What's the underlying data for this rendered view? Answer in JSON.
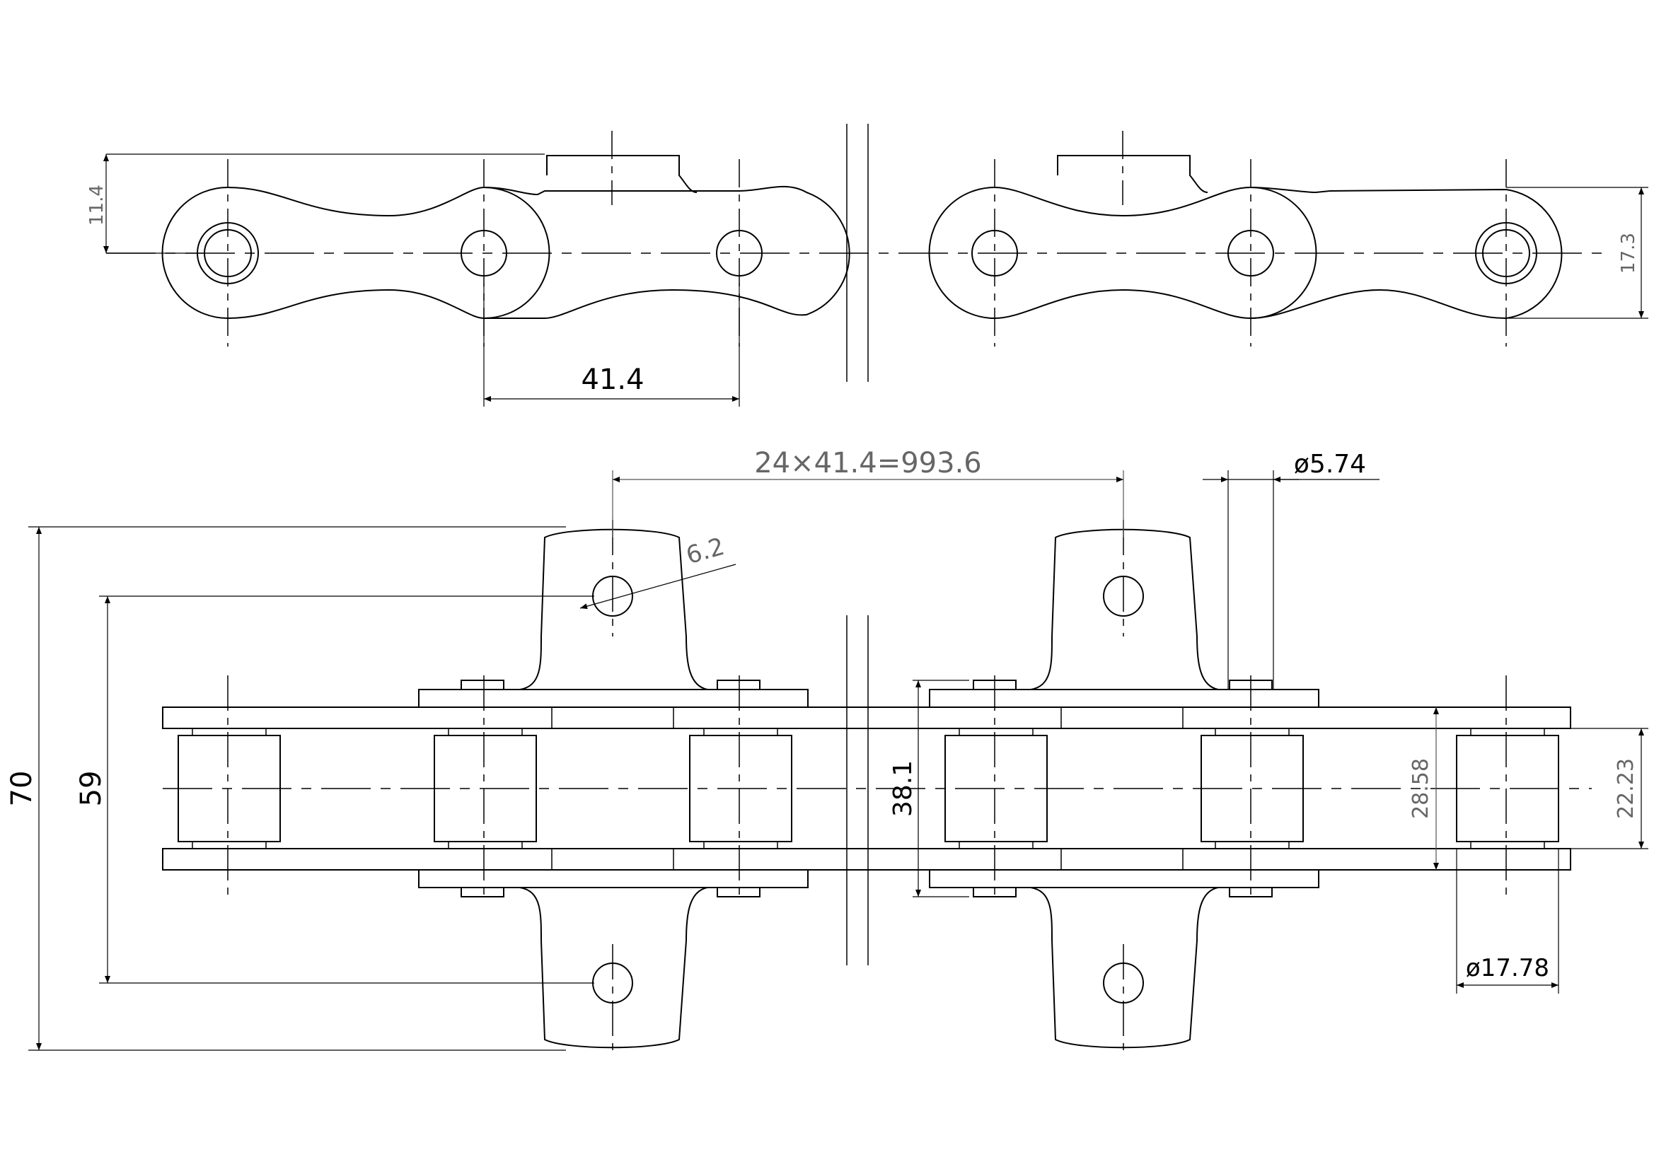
{
  "colors": {
    "line": "#000000",
    "dim_line": "#555555",
    "text": "#000000",
    "dim_text": "#666666",
    "background": "#ffffff"
  },
  "dimensions": {
    "pitch": "41.4",
    "plate_height_top": "11.4",
    "plate_height_right": "17.3",
    "attachment_spacing": "24×41.4=993.6",
    "hole_dia_small": "ø5.74",
    "hole_dia_attachment": "6.2",
    "overall_width": "70",
    "hole_center_spacing": "59",
    "inner_plate_span": "38.1",
    "roller_width": "28.58",
    "inner_width": "22.23",
    "roller_dia": "ø17.78"
  }
}
